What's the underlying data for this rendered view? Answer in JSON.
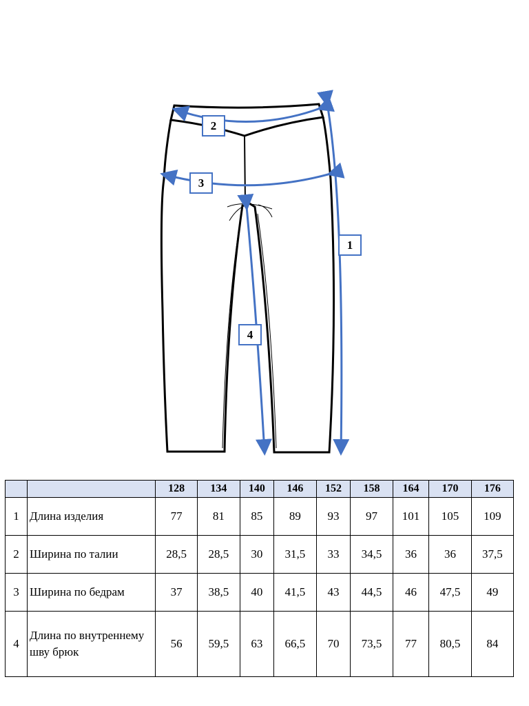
{
  "diagram": {
    "callouts": [
      "1",
      "2",
      "3",
      "4"
    ],
    "arrow_color": "#4472c4"
  },
  "table": {
    "header_bg": "#d9e1f2",
    "sizes": [
      "128",
      "134",
      "140",
      "146",
      "152",
      "158",
      "164",
      "170",
      "176"
    ],
    "rows": [
      {
        "num": "1",
        "name": "Длина изделия",
        "values": [
          "77",
          "81",
          "85",
          "89",
          "93",
          "97",
          "101",
          "105",
          "109"
        ]
      },
      {
        "num": "2",
        "name": "Ширина по талии",
        "values": [
          "28,5",
          "28,5",
          "30",
          "31,5",
          "33",
          "34,5",
          "36",
          "36",
          "37,5"
        ]
      },
      {
        "num": "3",
        "name": "Ширина по бедрам",
        "values": [
          "37",
          "38,5",
          "40",
          "41,5",
          "43",
          "44,5",
          "46",
          "47,5",
          "49"
        ]
      },
      {
        "num": "4",
        "name": "Длина по внутреннему шву брюк",
        "values": [
          "56",
          "59,5",
          "63",
          "66,5",
          "70",
          "73,5",
          "77",
          "80,5",
          "84"
        ]
      }
    ]
  }
}
